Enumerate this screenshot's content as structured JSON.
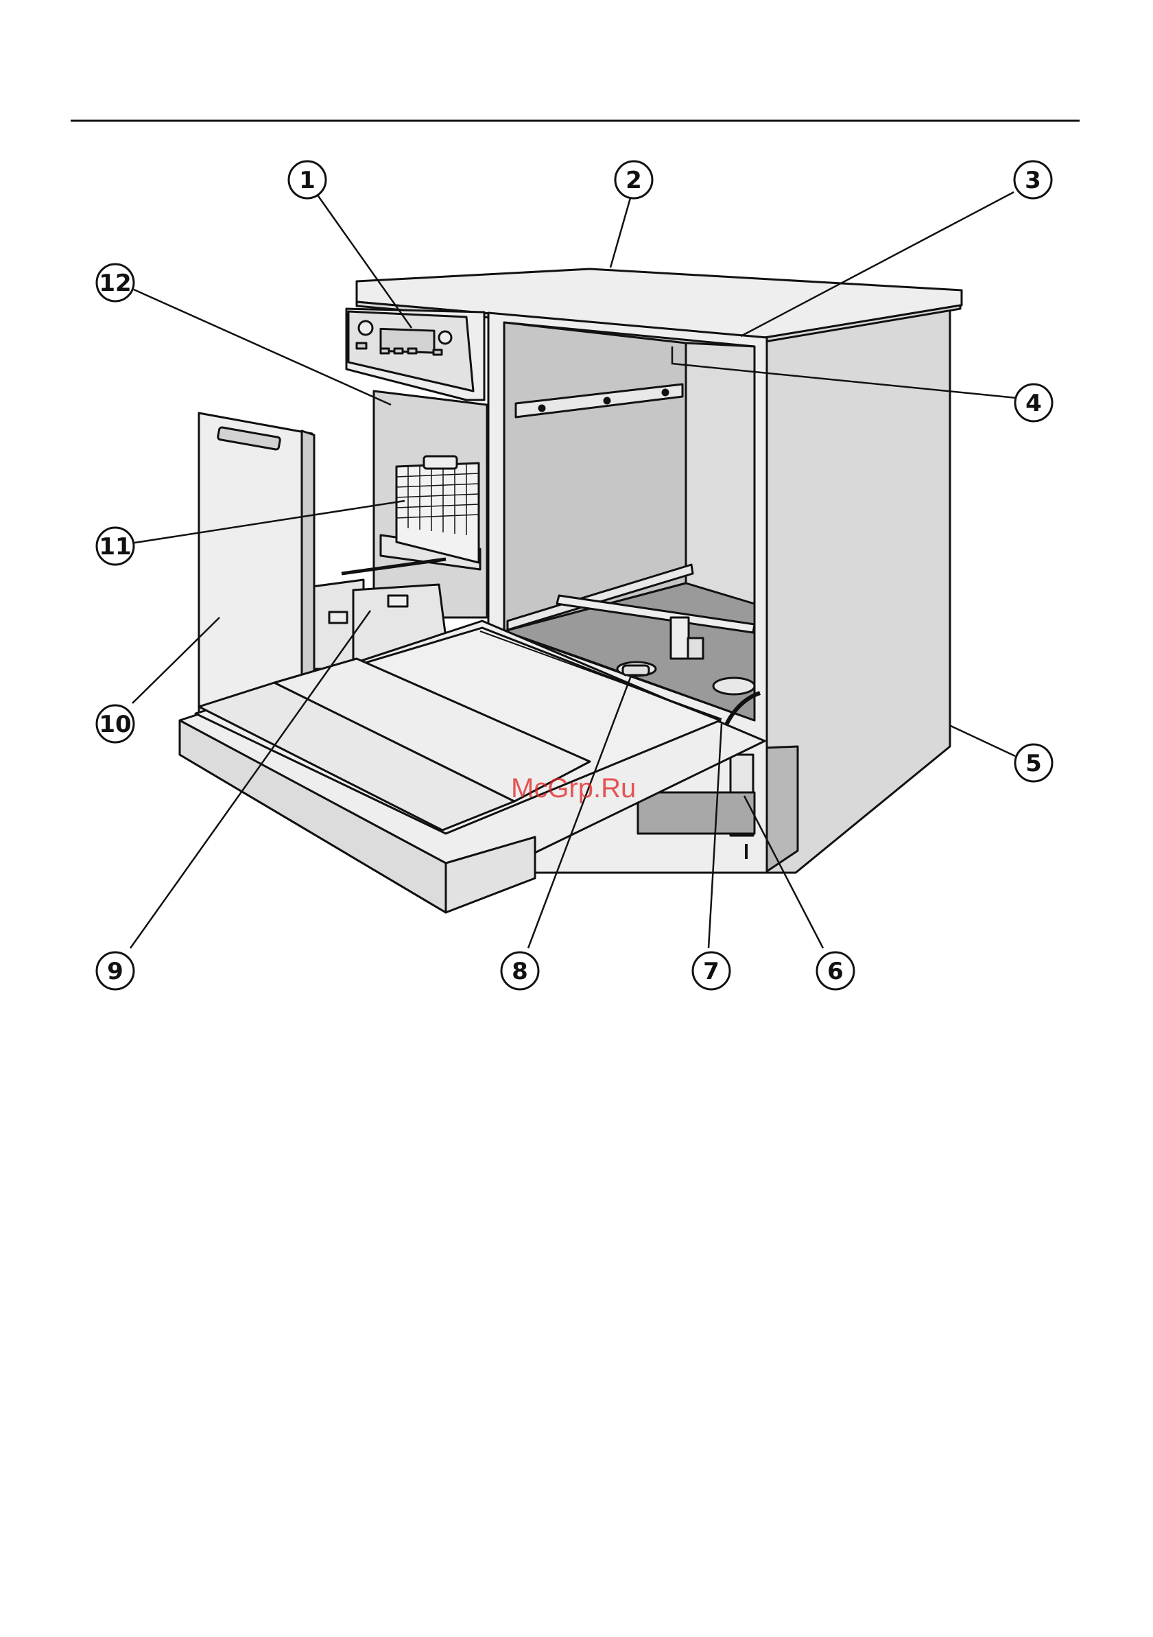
{
  "diagram": {
    "callouts": [
      {
        "id": 1,
        "label": "1"
      },
      {
        "id": 2,
        "label": "2"
      },
      {
        "id": 3,
        "label": "3"
      },
      {
        "id": 4,
        "label": "4"
      },
      {
        "id": 5,
        "label": "5"
      },
      {
        "id": 6,
        "label": "6"
      },
      {
        "id": 7,
        "label": "7"
      },
      {
        "id": 8,
        "label": "8"
      },
      {
        "id": 9,
        "label": "9"
      },
      {
        "id": 10,
        "label": "10"
      },
      {
        "id": 11,
        "label": "11"
      },
      {
        "id": 12,
        "label": "12"
      }
    ],
    "watermark": "McGrp.Ru"
  },
  "colors": {
    "ink": "#111111",
    "panel_light": "#eeeeee",
    "panel_mid": "#d9d9d9",
    "panel_dark": "#b8b8b8",
    "shadow": "#8c8c8c",
    "watermark": "#e02020"
  }
}
